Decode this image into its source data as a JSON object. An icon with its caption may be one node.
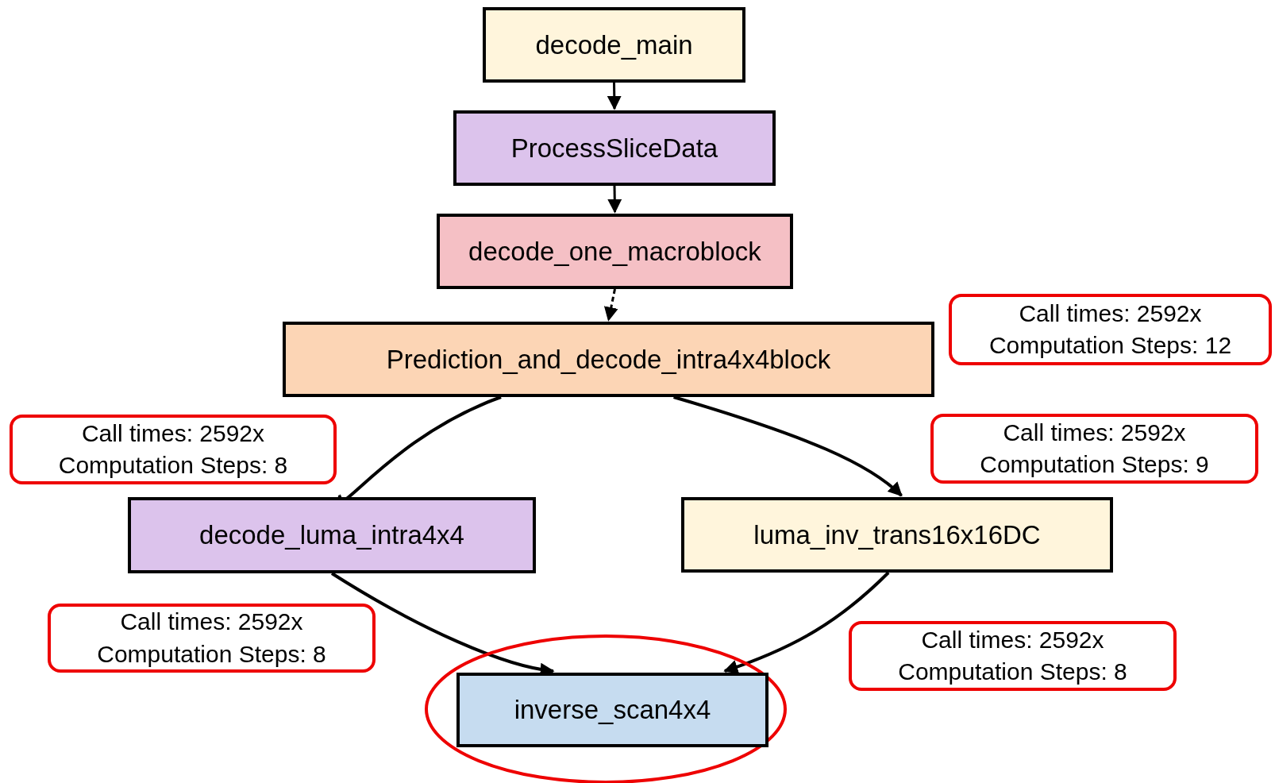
{
  "diagram": {
    "nodes": [
      {
        "text": [
          "decode_main"
        ]
      },
      {
        "text": [
          "ProcessSliceData"
        ]
      },
      {
        "text": [
          "decode_one_macroblock"
        ]
      },
      {
        "text": [
          "Call times: 2592x",
          "Computation Steps: 12"
        ]
      },
      {
        "text": [
          "Prediction_and_decode_intra4x4block"
        ]
      },
      {
        "text": [
          "Call times: 2592x",
          "Computation Steps: 8"
        ]
      },
      {
        "text": [
          "Call times: 2592x",
          "Computation Steps: 9"
        ]
      },
      {
        "text": [
          "decode_luma_intra4x4"
        ]
      },
      {
        "text": [
          "luma_inv_trans16x16DC"
        ]
      },
      {
        "text": [
          "Call times: 2592x",
          "Computation Steps: 8"
        ]
      },
      {
        "text": [
          "Call times: 2592x",
          "Computation Steps: 8"
        ]
      },
      {
        "text": [
          "inverse_scan4x4"
        ]
      }
    ],
    "edges": [
      {
        "from": 0,
        "to": 1,
        "arrow": "to"
      },
      {
        "from": 1,
        "to": 2,
        "arrow": "to"
      },
      {
        "from": 2,
        "to": 4,
        "arrow": "to",
        "style": "dashed"
      },
      {
        "from": 4,
        "to": 7,
        "arrow": "to"
      },
      {
        "from": 4,
        "to": 8,
        "arrow": "to"
      },
      {
        "from": 7,
        "to": 11,
        "arrow": "to"
      },
      {
        "from": 8,
        "to": 11,
        "arrow": "to"
      }
    ]
  }
}
